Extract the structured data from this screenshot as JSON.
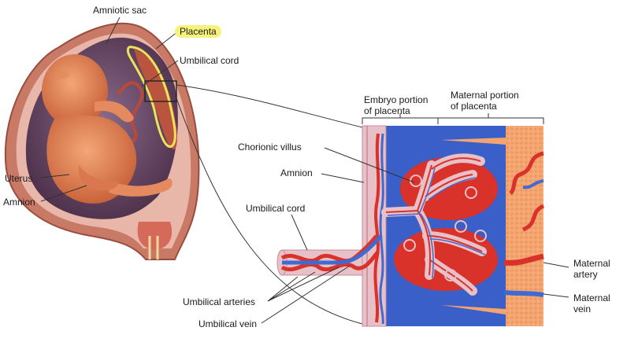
{
  "labels": {
    "amniotic_sac": "Amniotic sac",
    "placenta": "Placenta",
    "umbilical_cord_top": "Umbilical cord",
    "embryo_portion": "Embryo portion",
    "embryo_portion_2": "of placenta",
    "maternal_portion": "Maternal portion",
    "maternal_portion_2": "of placenta",
    "chorionic_villus": "Chorionic villus",
    "amnion_right": "Amnion",
    "umbilical_cord_bottom": "Umbilical cord",
    "uterus": "Uterus",
    "amnion_left": "Amnion",
    "maternal_artery": "Maternal",
    "maternal_artery_2": "artery",
    "maternal_vein": "Maternal",
    "maternal_vein_2": "vein",
    "umbilical_arteries": "Umbilical arteries",
    "umbilical_vein": "Umbilical vein"
  },
  "colors": {
    "highlight": "#f6f27a",
    "placenta_outline": "#ece35a",
    "maternal_blood": "#3a5fc8",
    "artery_red": "#d8322a",
    "vein_blue": "#3f6ad1",
    "uterine_wall": "#f4a46e",
    "membrane_pink": "#e7c0c8"
  }
}
